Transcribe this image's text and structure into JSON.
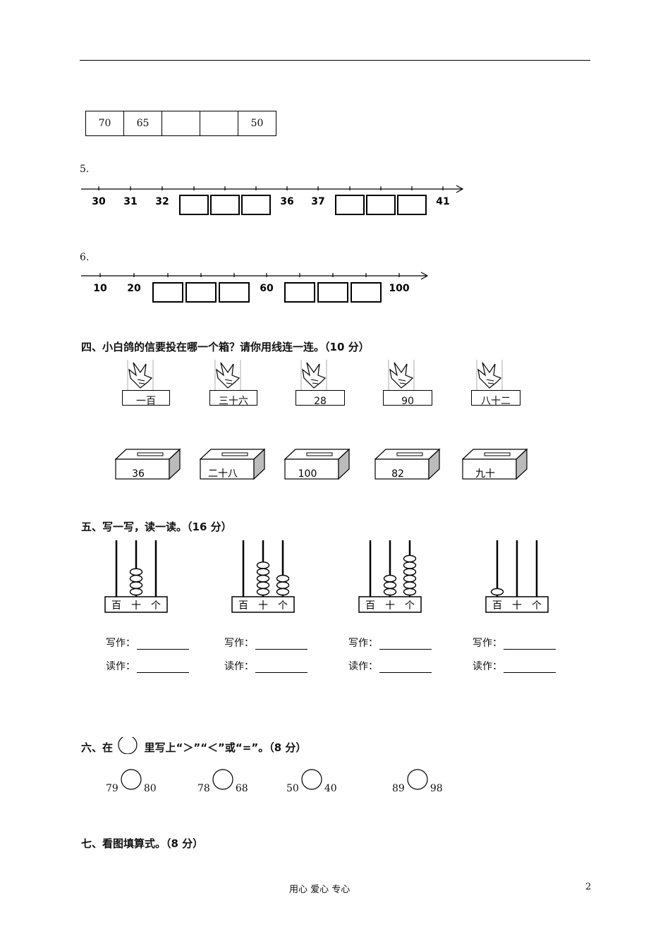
{
  "sequence_table": [
    "70",
    "65",
    "",
    "",
    "50"
  ],
  "q5": {
    "label": "5.",
    "ticks": [
      "30",
      "31",
      "32",
      "",
      "",
      "",
      "36",
      "37",
      "",
      "",
      "",
      "41"
    ]
  },
  "q6": {
    "label": "6.",
    "ticks": [
      "10",
      "20",
      "",
      "",
      "",
      "60",
      "",
      "",
      "",
      "100"
    ]
  },
  "section4": {
    "title": "四、小白鸽的信要投在哪一个箱？请你用线连一连。（10 分）",
    "cards": [
      "一百",
      "三十六",
      "28",
      "90",
      "八十二"
    ],
    "boxes": [
      "36",
      "二十八",
      "100",
      "82",
      "九十"
    ]
  },
  "section5": {
    "title": "五、写一写，读一读。（16 分）",
    "abacus_labels": [
      "百",
      "十",
      "个"
    ],
    "abacus_beads": [
      [
        0,
        4,
        0
      ],
      [
        0,
        5,
        3
      ],
      [
        0,
        3,
        6
      ],
      [
        1,
        0,
        0
      ]
    ],
    "write_label": "写作：",
    "read_label": "读作："
  },
  "section6": {
    "title_pre": "六、在",
    "title_post": "里写上“＞”“＜”或“=”。（8 分）",
    "pairs": [
      [
        "79",
        "80"
      ],
      [
        "78",
        "68"
      ],
      [
        "50",
        "40"
      ],
      [
        "89",
        "98"
      ]
    ]
  },
  "section7": {
    "title": "七、看图填算式。（8 分）"
  },
  "footer": {
    "text": "用心 爱心 专心",
    "page": "2"
  }
}
